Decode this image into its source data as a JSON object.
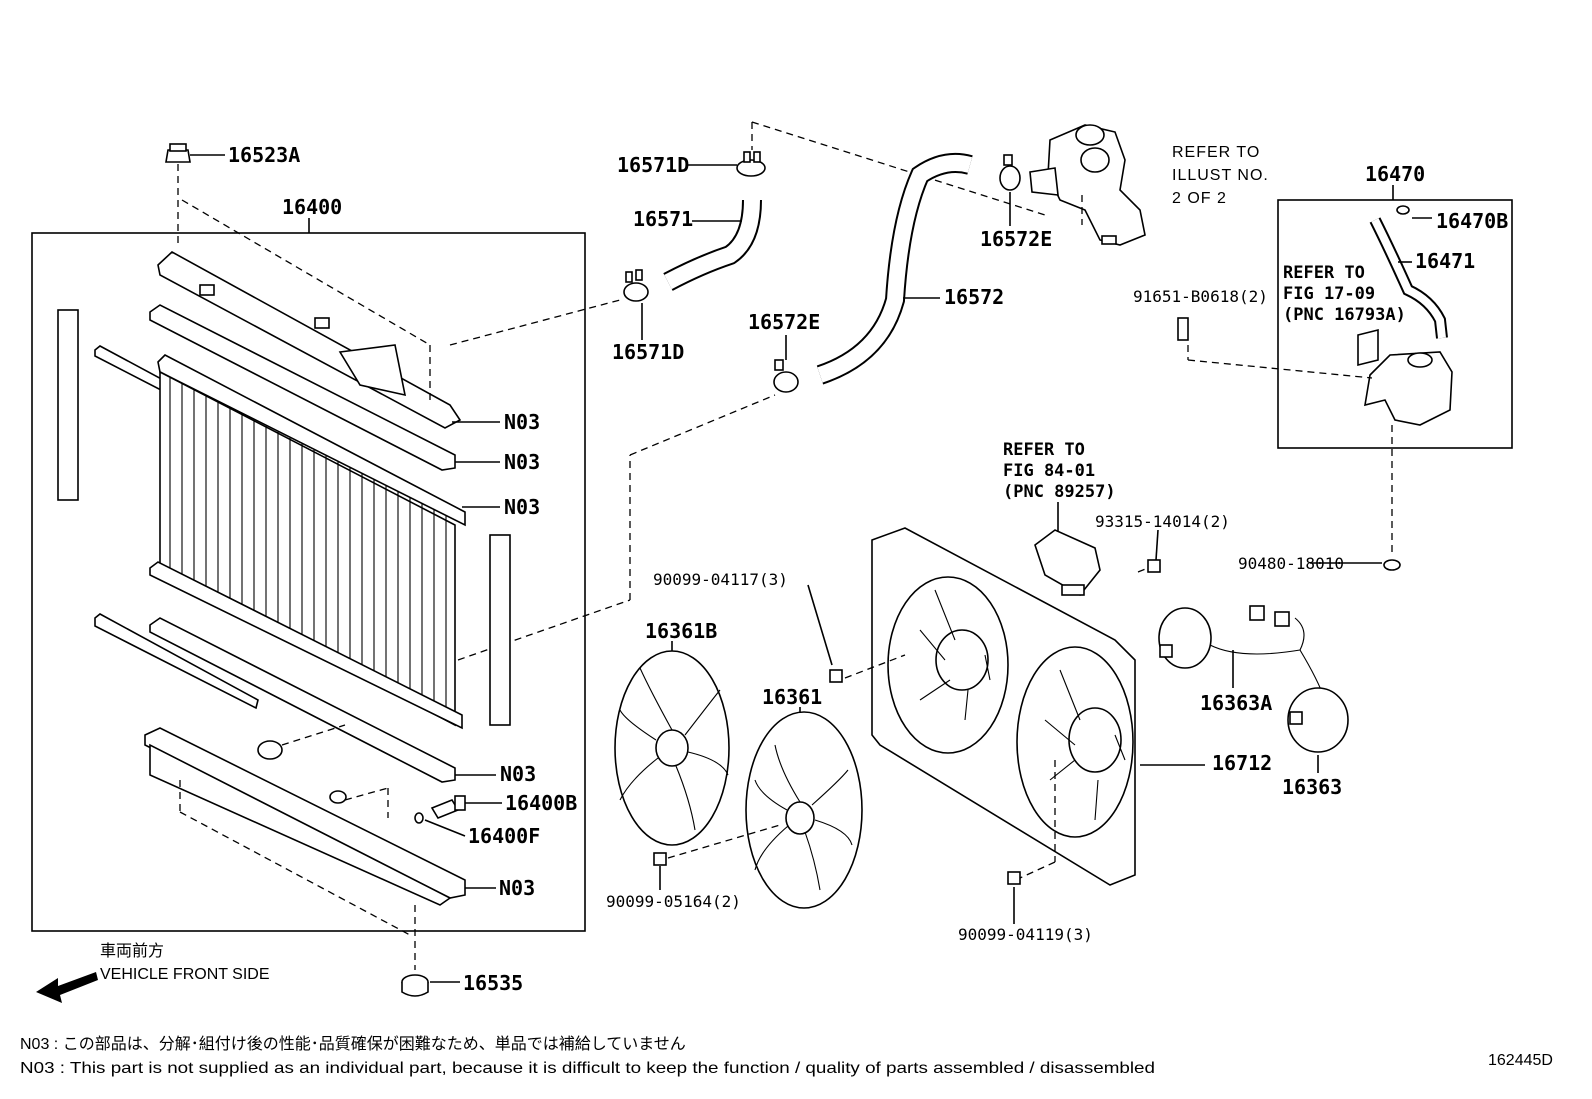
{
  "callouts": {
    "p16523A": "16523A",
    "p16400": "16400",
    "p16571D_top": "16571D",
    "p16571": "16571",
    "p16571D_bot": "16571D",
    "p16572E_top": "16572E",
    "p16572E_mid": "16572E",
    "p16572": "16572",
    "p16470": "16470",
    "p16470B": "16470B",
    "p16471": "16471",
    "p91651": "91651-B0618(2)",
    "p90480": "90480-18010",
    "p93315": "93315-14014(2)",
    "p90099_04117": "90099-04117(3)",
    "p16361B": "16361B",
    "p16361": "16361",
    "p16363A": "16363A",
    "p16363": "16363",
    "p16712": "16712",
    "p90099_05164": "90099-05164(2)",
    "p90099_04119": "90099-04119(3)",
    "p16400B": "16400B",
    "p16400F": "16400F",
    "p16535": "16535",
    "n03_1": "N03",
    "n03_2": "N03",
    "n03_3": "N03",
    "n03_4": "N03",
    "n03_5": "N03"
  },
  "refers": {
    "illust_line1": "REFER TO",
    "illust_line2": "ILLUST NO.",
    "illust_line3": "2 OF 2",
    "fig1709_line1": "REFER TO",
    "fig1709_line2": "FIG 17-09",
    "fig1709_line3": "(PNC 16793A)",
    "fig8401_line1": "REFER TO",
    "fig8401_line2": "FIG 84-01",
    "fig8401_line3": "(PNC 89257)"
  },
  "direction": {
    "jp": "車両前方",
    "en": "VEHICLE FRONT SIDE"
  },
  "notes": {
    "jp": "N03 : この部品は、分解･組付け後の性能･品質確保が困難なため、単品では補給していません",
    "en": "N03 : This part is not supplied as an individual part, because it is difficult to keep the function / quality of parts assembled / disassembled"
  },
  "illustration_id": "162445D"
}
